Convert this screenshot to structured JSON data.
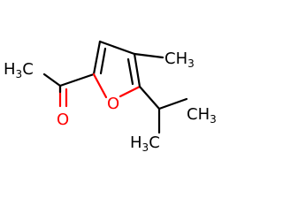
{
  "molecule": {
    "atom_labels": {
      "ch3_acetyl": {
        "main": "H",
        "sub": "3",
        "tail": "C"
      },
      "o_carbonyl": {
        "main": "O"
      },
      "o_ring": {
        "main": "O"
      },
      "ch3_ring": {
        "main": "CH",
        "sub": "3"
      },
      "ch3_ipr_right": {
        "main": "CH",
        "sub": "3"
      },
      "ch3_ipr_bottom": {
        "main": "H",
        "sub": "3",
        "tail": "C"
      }
    },
    "colors": {
      "carbon": "#000000",
      "oxygen": "#ff0000",
      "background": "#ffffff"
    }
  }
}
